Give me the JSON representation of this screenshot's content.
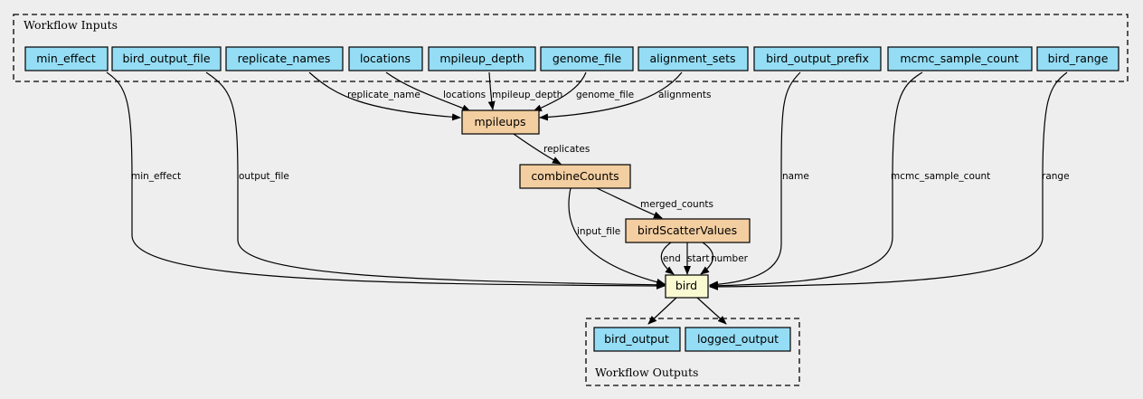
{
  "clusters": {
    "inputs_label": "Workflow Inputs",
    "outputs_label": "Workflow Outputs"
  },
  "inputs": {
    "min_effect": "min_effect",
    "bird_output_file": "bird_output_file",
    "replicate_names": "replicate_names",
    "locations": "locations",
    "mpileup_depth": "mpileup_depth",
    "genome_file": "genome_file",
    "alignment_sets": "alignment_sets",
    "bird_output_prefix": "bird_output_prefix",
    "mcmc_sample_count": "mcmc_sample_count",
    "bird_range": "bird_range"
  },
  "steps": {
    "mpileups": "mpileups",
    "combineCounts": "combineCounts",
    "birdScatterValues": "birdScatterValues",
    "bird": "bird"
  },
  "outputs": {
    "bird_output": "bird_output",
    "logged_output": "logged_output"
  },
  "edges": {
    "replicate_name": "replicate_name",
    "locations": "locations",
    "mpileup_depth": "mpileup_depth",
    "genome_file": "genome_file",
    "alignments": "alignments",
    "replicates": "replicates",
    "merged_counts": "merged_counts",
    "input_file": "input_file",
    "min_effect": "min_effect",
    "output_file": "output_file",
    "name": "name",
    "mcmc_sample_count": "mcmc_sample_count",
    "range": "range",
    "end": "end",
    "start": "start",
    "number": "number"
  },
  "colors": {
    "background": "#eeeeee",
    "input_node": "#94ddf4",
    "step_node": "#f3cea1",
    "tool_node": "#fafad2",
    "output_node": "#94ddf4"
  }
}
